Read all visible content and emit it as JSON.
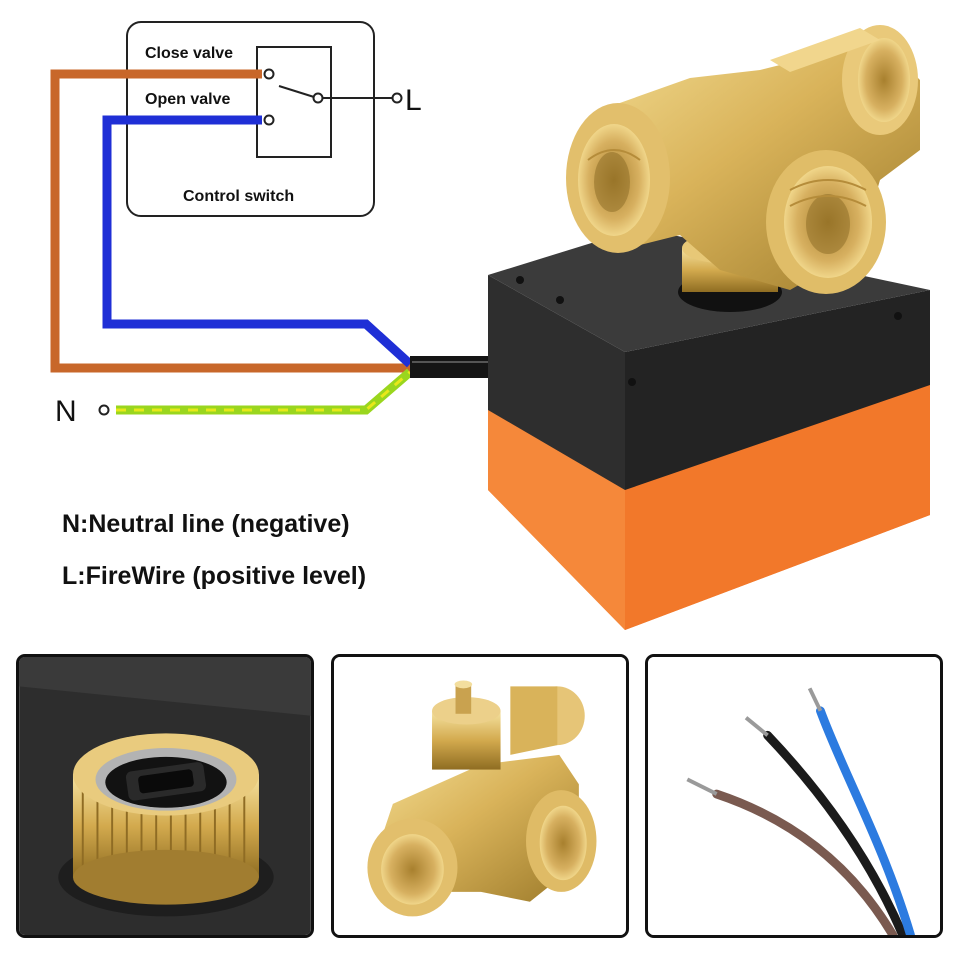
{
  "diagram": {
    "switch_box": {
      "close_label": "Close valve",
      "open_label": "Open valve",
      "caption": "Control switch"
    },
    "terminal_live": "L",
    "terminal_neutral": "N",
    "legend": [
      "N:Neutral line (negative)",
      "L:FireWire (positive level)"
    ],
    "colors": {
      "close_wire": "#c8672a",
      "open_wire": "#1f2fd6",
      "neutral_wire": "#9ad61e",
      "neutral_wire_stripe": "#e8e81a",
      "actuator_cover": "#2a2a2a",
      "actuator_body": "#f07a2c",
      "brass": "#d9b35a"
    }
  },
  "icons": {
    "valve_actuator": "three-way-brass-valve-with-actuator",
    "coupling": "knurled-brass-coupling-icon",
    "valve_body": "three-way-brass-valve-icon",
    "wires": "stripped-wire-leads-icon"
  }
}
